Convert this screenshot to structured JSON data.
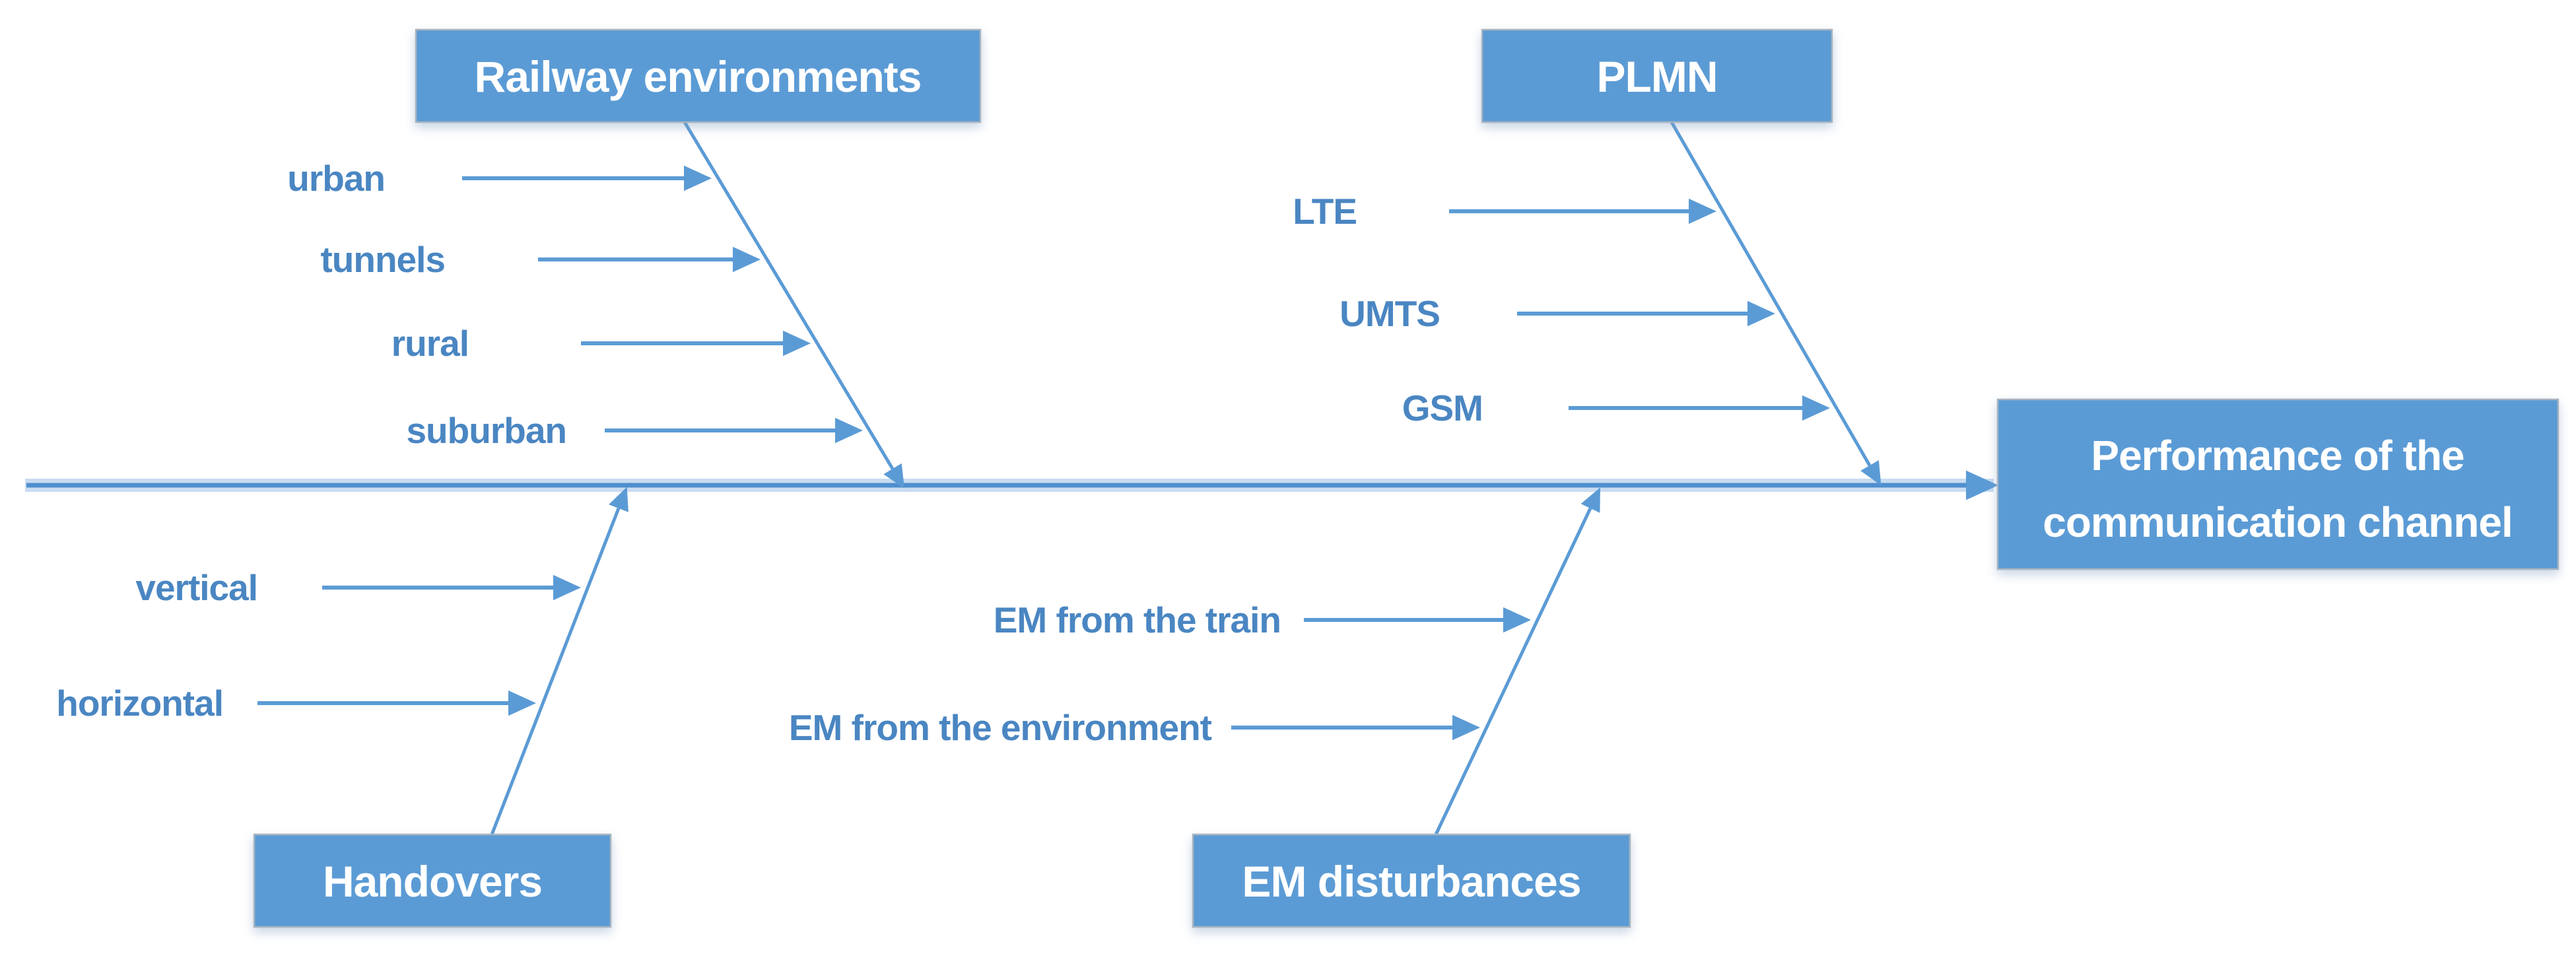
{
  "diagram": {
    "type": "fishbone",
    "effect": {
      "lines": [
        "Performance of the",
        "communication channel"
      ]
    },
    "categories": [
      {
        "id": "railway-environments",
        "label": "Railway environments",
        "position": "top",
        "causes": [
          "urban",
          "tunnels",
          "rural",
          "suburban"
        ]
      },
      {
        "id": "plmn",
        "label": "PLMN",
        "position": "top",
        "causes": [
          "LTE",
          "UMTS",
          "GSM"
        ]
      },
      {
        "id": "handovers",
        "label": "Handovers",
        "position": "bottom",
        "causes": [
          "vertical",
          "horizontal"
        ]
      },
      {
        "id": "em-disturbances",
        "label": "EM disturbances",
        "position": "bottom",
        "causes": [
          "EM from the train",
          "EM from the environment"
        ]
      }
    ],
    "colors": {
      "box_fill": "#5b9bd5",
      "box_border": "#a9b4bf",
      "box_text": "#ffffff",
      "arrow_line": "#5b9bd5",
      "spine_core": "#4f8fce",
      "spine_halo": "#c9dcf1",
      "cause_text": "#4a86c2",
      "background": "#ffffff"
    }
  }
}
